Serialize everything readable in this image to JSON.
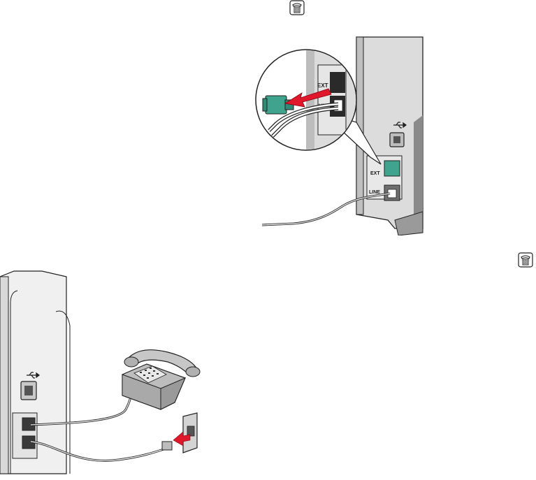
{
  "icons": [
    {
      "name": "fax-icon",
      "position_hint": "top"
    },
    {
      "name": "fax-icon",
      "position_hint": "right"
    }
  ],
  "figure1": {
    "ports": {
      "ext_label": "EXT",
      "line_label": "LINE"
    },
    "zoom_ports": {
      "ext_label": "EXT",
      "line_label": "LINE"
    }
  },
  "colors": {
    "plug_green": "#3fa38e",
    "arrow_red": "#e0182b",
    "printer_gray": "#c9c9c9",
    "phone_gray": "#bdbdbd"
  }
}
